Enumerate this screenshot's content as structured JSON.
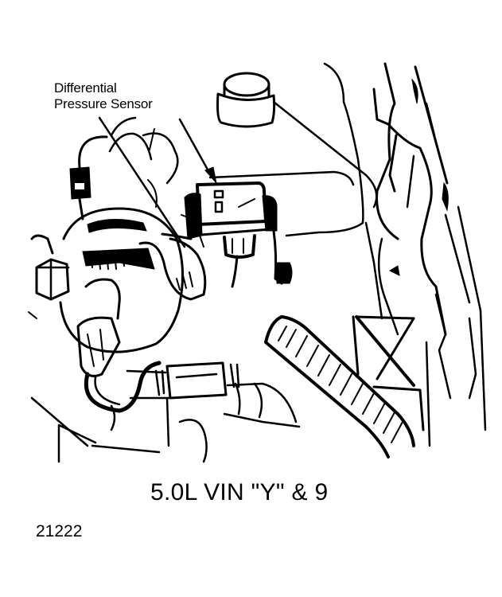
{
  "figure": {
    "callout": {
      "line1": "Differential",
      "line2": "Pressure Sensor"
    },
    "caption": "5.0L VIN \"Y\" & 9",
    "figure_number": "21222",
    "colors": {
      "ink": "#000000",
      "paper": "#ffffff"
    },
    "depicted_components": [
      "differential-pressure-sensor",
      "fluid-reservoir-cap",
      "air-cleaner-housing",
      "corrugated-hose",
      "vacuum-lines",
      "electrical-connector",
      "strut-tower-bracing"
    ]
  }
}
